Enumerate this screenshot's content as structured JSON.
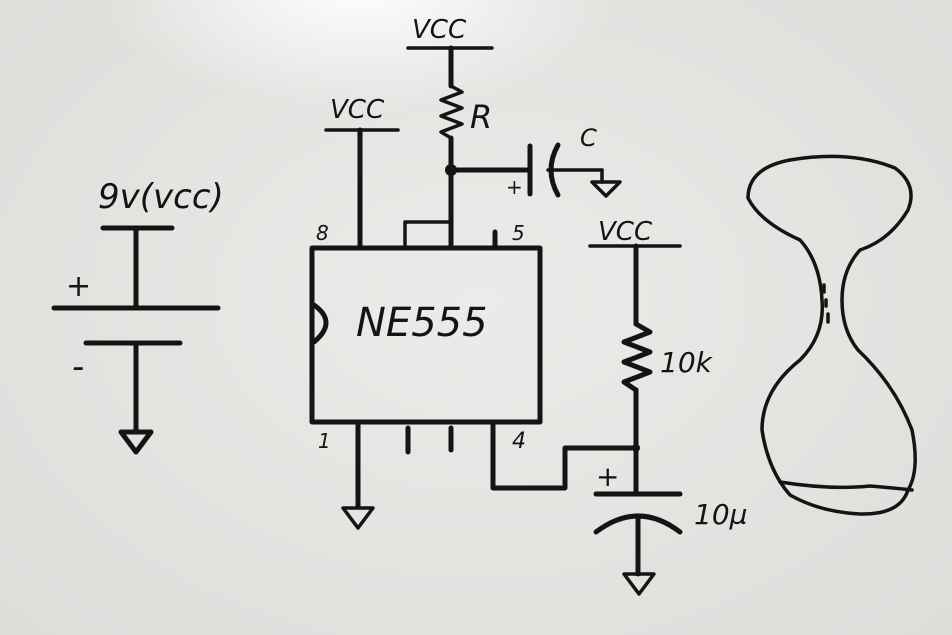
{
  "diagram": {
    "battery": {
      "label": "9v(vcc)",
      "plus": "+",
      "minus": "-"
    },
    "chip": {
      "name": "NE555",
      "pins": {
        "p8": "8",
        "p5": "5",
        "p1": "1",
        "p4": "4"
      }
    },
    "supply_labels": {
      "top": "VCC",
      "chip": "VCC",
      "right": "VCC"
    },
    "resistor_r": "R",
    "capacitor_c": "C",
    "cap_plus_small": "+",
    "resistor_10k": "10k",
    "capacitor_10u": "10µ",
    "cap_plus_large": "+"
  },
  "colors": {
    "ink": "#141414",
    "board": "#e6e6e4"
  }
}
